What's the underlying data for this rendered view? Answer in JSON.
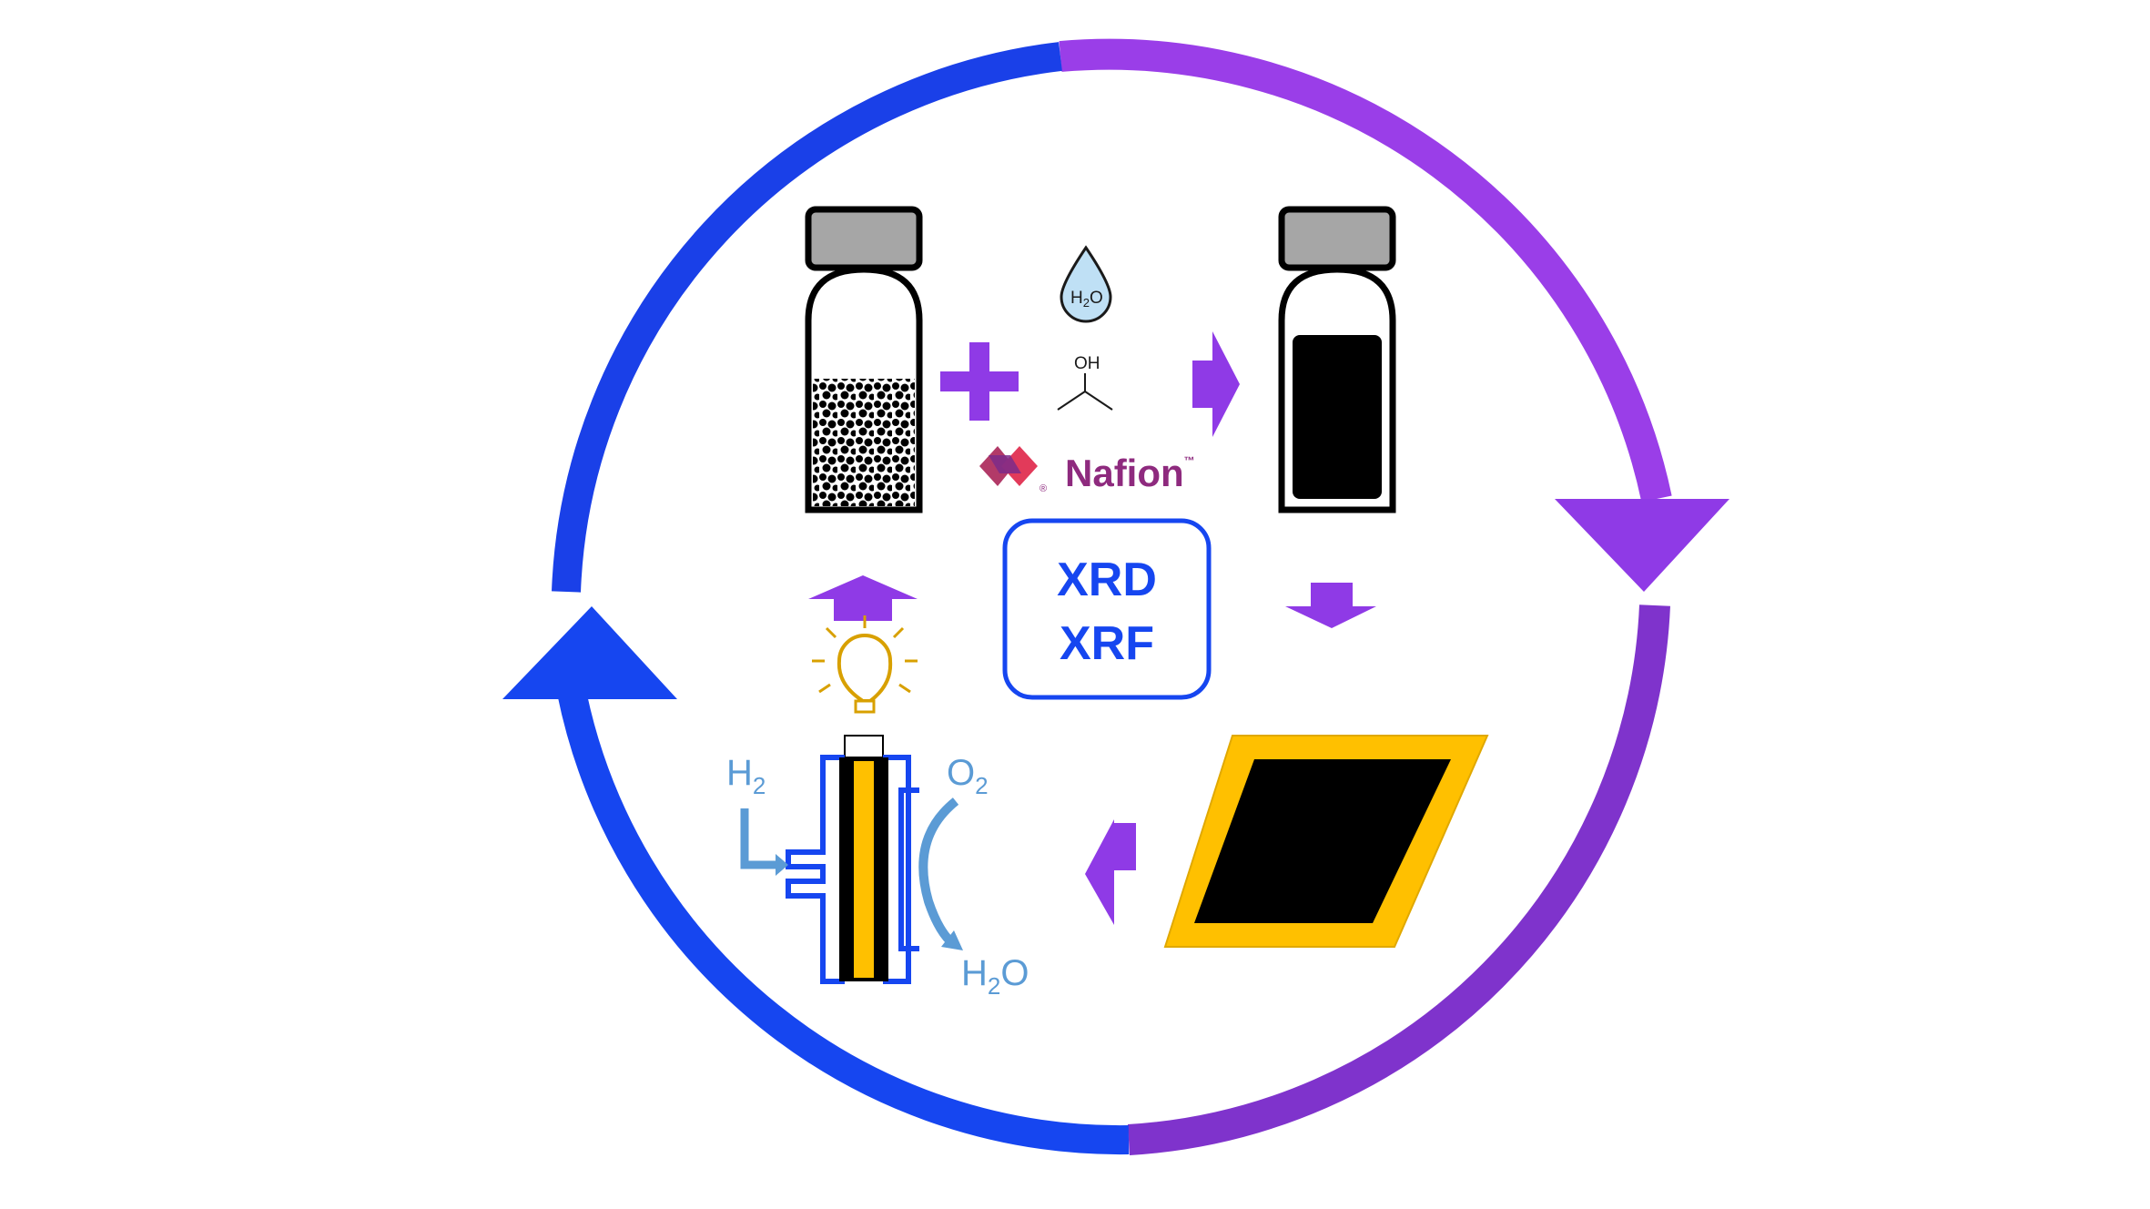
{
  "colors": {
    "blue": "#1646f0",
    "purple": "#8f3ae6",
    "gold": "#ffc000",
    "steel_blue": "#5b9bd5",
    "nafion_red": "#e23a5a",
    "nafion_purple": "#8e2a7e",
    "cap_gray": "#a6a6a6"
  },
  "reagents": {
    "water": {
      "symbol": "H",
      "subscript": "2",
      "tail": "O",
      "icon": "water-drop-icon"
    },
    "alcohol": {
      "label": "OH",
      "icon": "isopropanol-structure-icon"
    },
    "nafion": {
      "brand": "Nafion",
      "trademark": "™",
      "registered": "®",
      "icon": "nafion-logo-icon"
    }
  },
  "characterization": {
    "line1": "XRD",
    "line2": "XRF"
  },
  "fuel_cell": {
    "inlet": {
      "base": "H",
      "sub": "2"
    },
    "oxidant": {
      "base": "O",
      "sub": "2"
    },
    "product": {
      "base": "H",
      "sub": "2",
      "tail": "O"
    },
    "icon": "lightbulb-icon"
  },
  "steps": [
    {
      "icon": "catalyst-powder-vial-icon"
    },
    {
      "icon": "catalyst-ink-vial-icon"
    },
    {
      "icon": "coated-electrode-icon"
    },
    {
      "icon": "fuel-cell-icon"
    }
  ]
}
